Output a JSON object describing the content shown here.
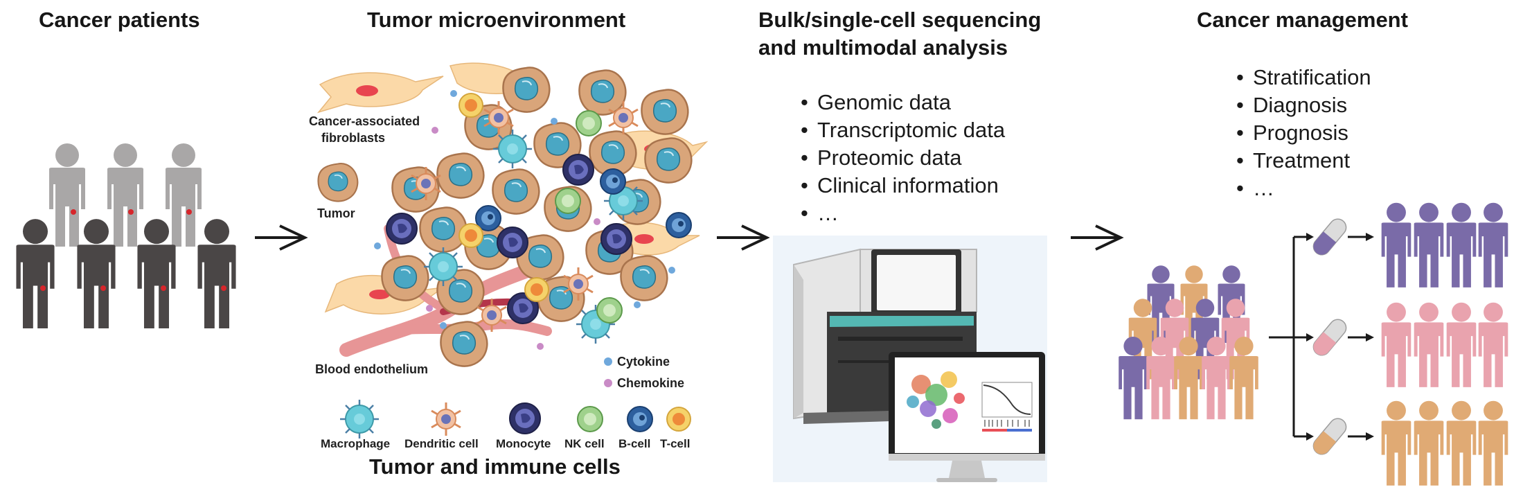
{
  "panels": {
    "patients": {
      "title": "Cancer patients"
    },
    "tme": {
      "title": "Tumor microenvironment",
      "subtitle": "Tumor and immune cells",
      "labels": {
        "caf_line1": "Cancer-associated",
        "caf_line2": "fibroblasts",
        "tumor": "Tumor",
        "blood": "Blood endothelium",
        "cytokine": "Cytokine",
        "chemokine": "Chemokine"
      },
      "cell_legend": [
        "Macrophage",
        "Dendritic cell",
        "Monocyte",
        "NK cell",
        "B-cell",
        "T-cell"
      ]
    },
    "sequencing": {
      "title_line1": "Bulk/single-cell sequencing",
      "title_line2": "and multimodal analysis",
      "items": [
        "Genomic data",
        "Transcriptomic data",
        "Proteomic data",
        "Clinical information",
        "…"
      ]
    },
    "management": {
      "title": "Cancer management",
      "items": [
        "Stratification",
        "Diagnosis",
        "Prognosis",
        "Treatment",
        "…"
      ]
    }
  },
  "colors": {
    "patient_light": "#a9a7a7",
    "patient_dark": "#4a4646",
    "group_purple": "#7a6ba8",
    "group_pink": "#e9a3ae",
    "group_orange": "#e0aa74",
    "tumor_cell": "#d9a57a",
    "nucleus": "#4aa7c4"
  }
}
